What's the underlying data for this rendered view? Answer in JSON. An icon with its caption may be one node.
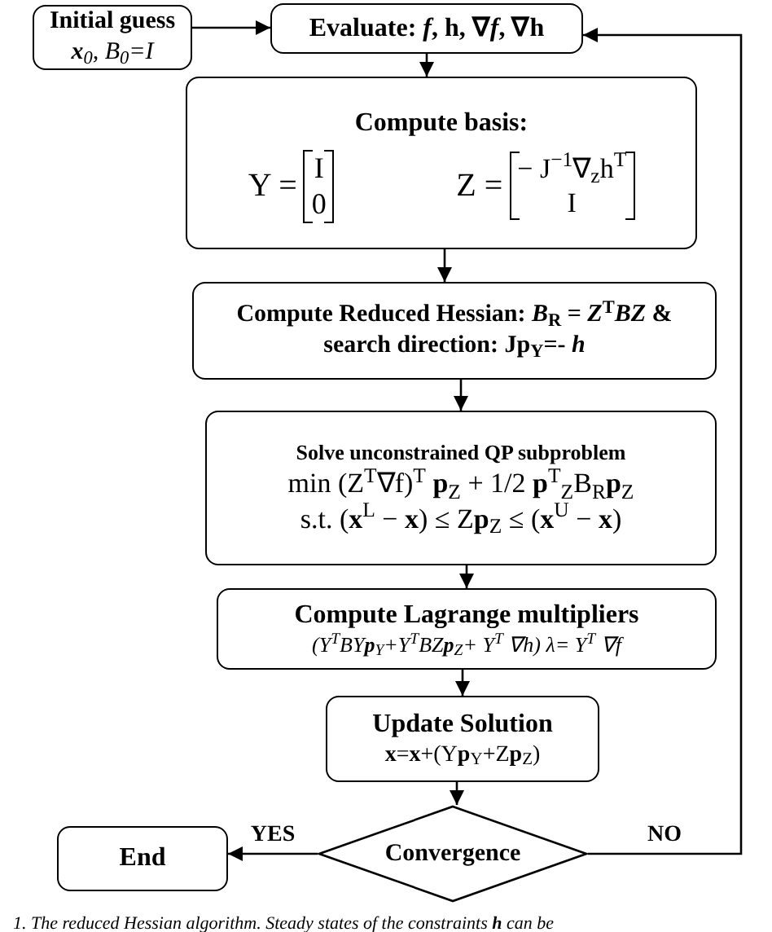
{
  "diagram": {
    "nodes": [
      {
        "text": [
          "Initial guess",
          "**x**$_{0}$, *B*$_{0}$=*I*"
        ]
      },
      {
        "text": [
          "Evaluate: *f*, **h**, ∇*f*, ∇**h**"
        ]
      },
      {
        "text": [
          "Compute basis:",
          "Y =",
          "I",
          "0",
          "Z =",
          "− J$^{−1}$∇$_{z}$h$^{T}$",
          "I"
        ]
      },
      {
        "text": [
          "Compute Reduced Hessian: *B*$_{R}$ = *Z*$^{T}$*BZ* & search direction: J**p**$_{Y}$=- *h*"
        ]
      },
      {
        "text": [
          "Solve unconstrained QP subproblem",
          "min (Z$^{T}$∇f)$^{T}$ **p**$_{Z}$ + 1/2 **p**$^{T}$$_{Z}$B$_{R}$**p**$_{Z}$",
          "s.t. (**x**$^{L}$ − **x**) ≤ Z**p**$_{Z}$ ≤ (**x**$^{U}$ − **x**)"
        ]
      },
      {
        "text": [
          "Compute Lagrange multipliers",
          "(Y$^{T}$BY**p**$_{Y}$+Y$^{T}$BZ**p**$_{Z}$+ Y$^{T}$ ∇h) λ= Y$^{T}$ ∇f"
        ]
      },
      {
        "text": [
          "Update Solution",
          "**x**=**x**+(Y**p**$_{Y}$+Z**p**$_{Z}$)"
        ]
      },
      {
        "text": [
          "Convergence"
        ]
      },
      {
        "text": [
          "End"
        ]
      }
    ],
    "edges": [
      {
        "from": 0,
        "to": 1,
        "arrow": "to"
      },
      {
        "from": 1,
        "to": 2,
        "arrow": "to"
      },
      {
        "from": 2,
        "to": 3,
        "arrow": "to"
      },
      {
        "from": 3,
        "to": 4,
        "arrow": "to"
      },
      {
        "from": 4,
        "to": 5,
        "arrow": "to"
      },
      {
        "from": 5,
        "to": 6,
        "arrow": "to"
      },
      {
        "from": 6,
        "to": 7,
        "arrow": "to"
      },
      {
        "from": 7,
        "to": 8,
        "arrow": "to",
        "label": "YES"
      },
      {
        "from": 7,
        "to": 1,
        "arrow": "to",
        "label": "NO"
      }
    ],
    "caption": "1. The reduced Hessian algorithm. Steady states of the constraints **h** can be"
  }
}
